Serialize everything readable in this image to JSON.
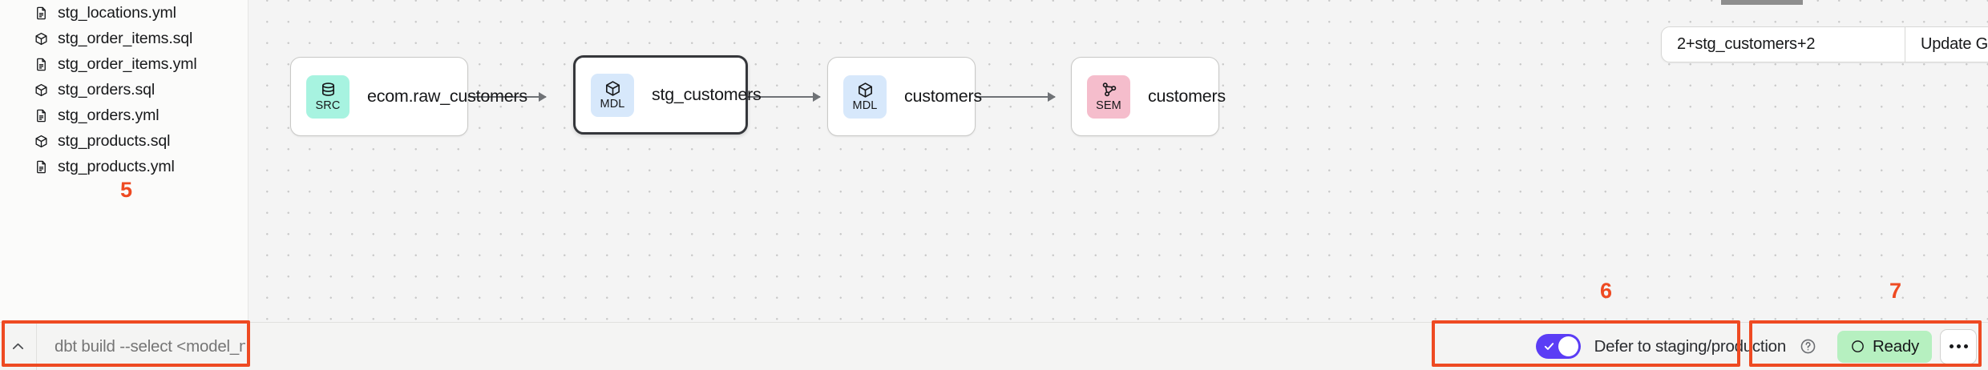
{
  "sidebar": {
    "files": [
      {
        "name": "stg_locations.yml",
        "icon": "file-icon"
      },
      {
        "name": "stg_order_items.sql",
        "icon": "cube-icon"
      },
      {
        "name": "stg_order_items.yml",
        "icon": "file-icon"
      },
      {
        "name": "stg_orders.sql",
        "icon": "cube-icon"
      },
      {
        "name": "stg_orders.yml",
        "icon": "file-icon"
      },
      {
        "name": "stg_products.sql",
        "icon": "cube-icon"
      },
      {
        "name": "stg_products.yml",
        "icon": "file-icon"
      }
    ]
  },
  "toolbar": {
    "selector_value": "2+stg_customers+2",
    "selector_placeholder": "2+stg_customers+2",
    "update_graph_label": "Update Graph",
    "fit_view_icon": "fullscreen-icon",
    "refresh_icon": "refresh-icon"
  },
  "graph": {
    "nodes": [
      {
        "id": "src",
        "badge": "SRC",
        "icon": "database-icon",
        "label": "ecom.raw_customers",
        "badge_color": "#a7f3e0",
        "selected": false
      },
      {
        "id": "stg",
        "badge": "MDL",
        "icon": "cube-icon",
        "label": "stg_customers",
        "badge_color": "#d7e8fb",
        "selected": true
      },
      {
        "id": "mdl",
        "badge": "MDL",
        "icon": "cube-icon",
        "label": "customers",
        "badge_color": "#d7e8fb",
        "selected": false
      },
      {
        "id": "sem",
        "badge": "SEM",
        "icon": "network-icon",
        "label": "customers",
        "badge_color": "#f5bdcc",
        "selected": false
      }
    ]
  },
  "bottombar": {
    "collapse_icon": "chevron-up-icon",
    "command_placeholder": "dbt build --select <model_name>",
    "command_value": "",
    "defer_label": "Defer to staging/production",
    "defer_toggle_on": true,
    "help_icon": "help-circle-icon",
    "status_label": "Ready",
    "status_color": "#b6f0c0",
    "more_icon": "more-horizontal-icon"
  },
  "annotations": [
    {
      "num": "5"
    },
    {
      "num": "6"
    },
    {
      "num": "7"
    }
  ]
}
